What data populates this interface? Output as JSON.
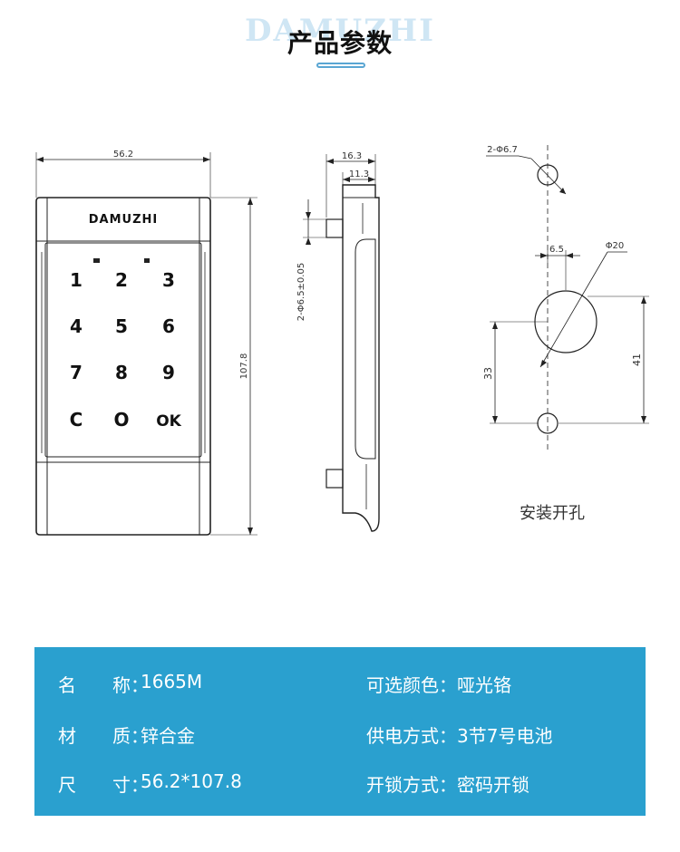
{
  "header": {
    "brand_watermark": "DAMUZHI",
    "title": "产品参数"
  },
  "front_view": {
    "brand": "DAMUZHI",
    "width_dim": "56.2",
    "height_dim": "107.8",
    "keys": [
      "1",
      "2",
      "3",
      "4",
      "5",
      "6",
      "7",
      "8",
      "9",
      "C",
      "O",
      "OK"
    ]
  },
  "side_view": {
    "depth_dim": "16.3",
    "inner_dim": "11.3",
    "hole_dim": "2-Φ6.5±0.05"
  },
  "install_view": {
    "small_hole_dim": "2-Φ6.7",
    "offset_dim": "6.5",
    "big_hole_dim": "Φ20",
    "spacing_dim": "33",
    "total_dim": "41",
    "caption": "安装开孔"
  },
  "specs": {
    "row1": {
      "label_a": "名　　称：",
      "value_a": "1665M",
      "label_b": "可选颜色：",
      "value_b": "哑光铬"
    },
    "row2": {
      "label_a": "材　　质：",
      "value_a": "锌合金",
      "label_b": "供电方式：",
      "value_b": "3节7号电池"
    },
    "row3": {
      "label_a": "尺　　寸：",
      "value_a": "56.2*107.8",
      "label_b": "开锁方式：",
      "value_b": "密码开锁"
    }
  },
  "colors": {
    "panel": "#2aa0cf",
    "accent": "#5aa6d3"
  }
}
